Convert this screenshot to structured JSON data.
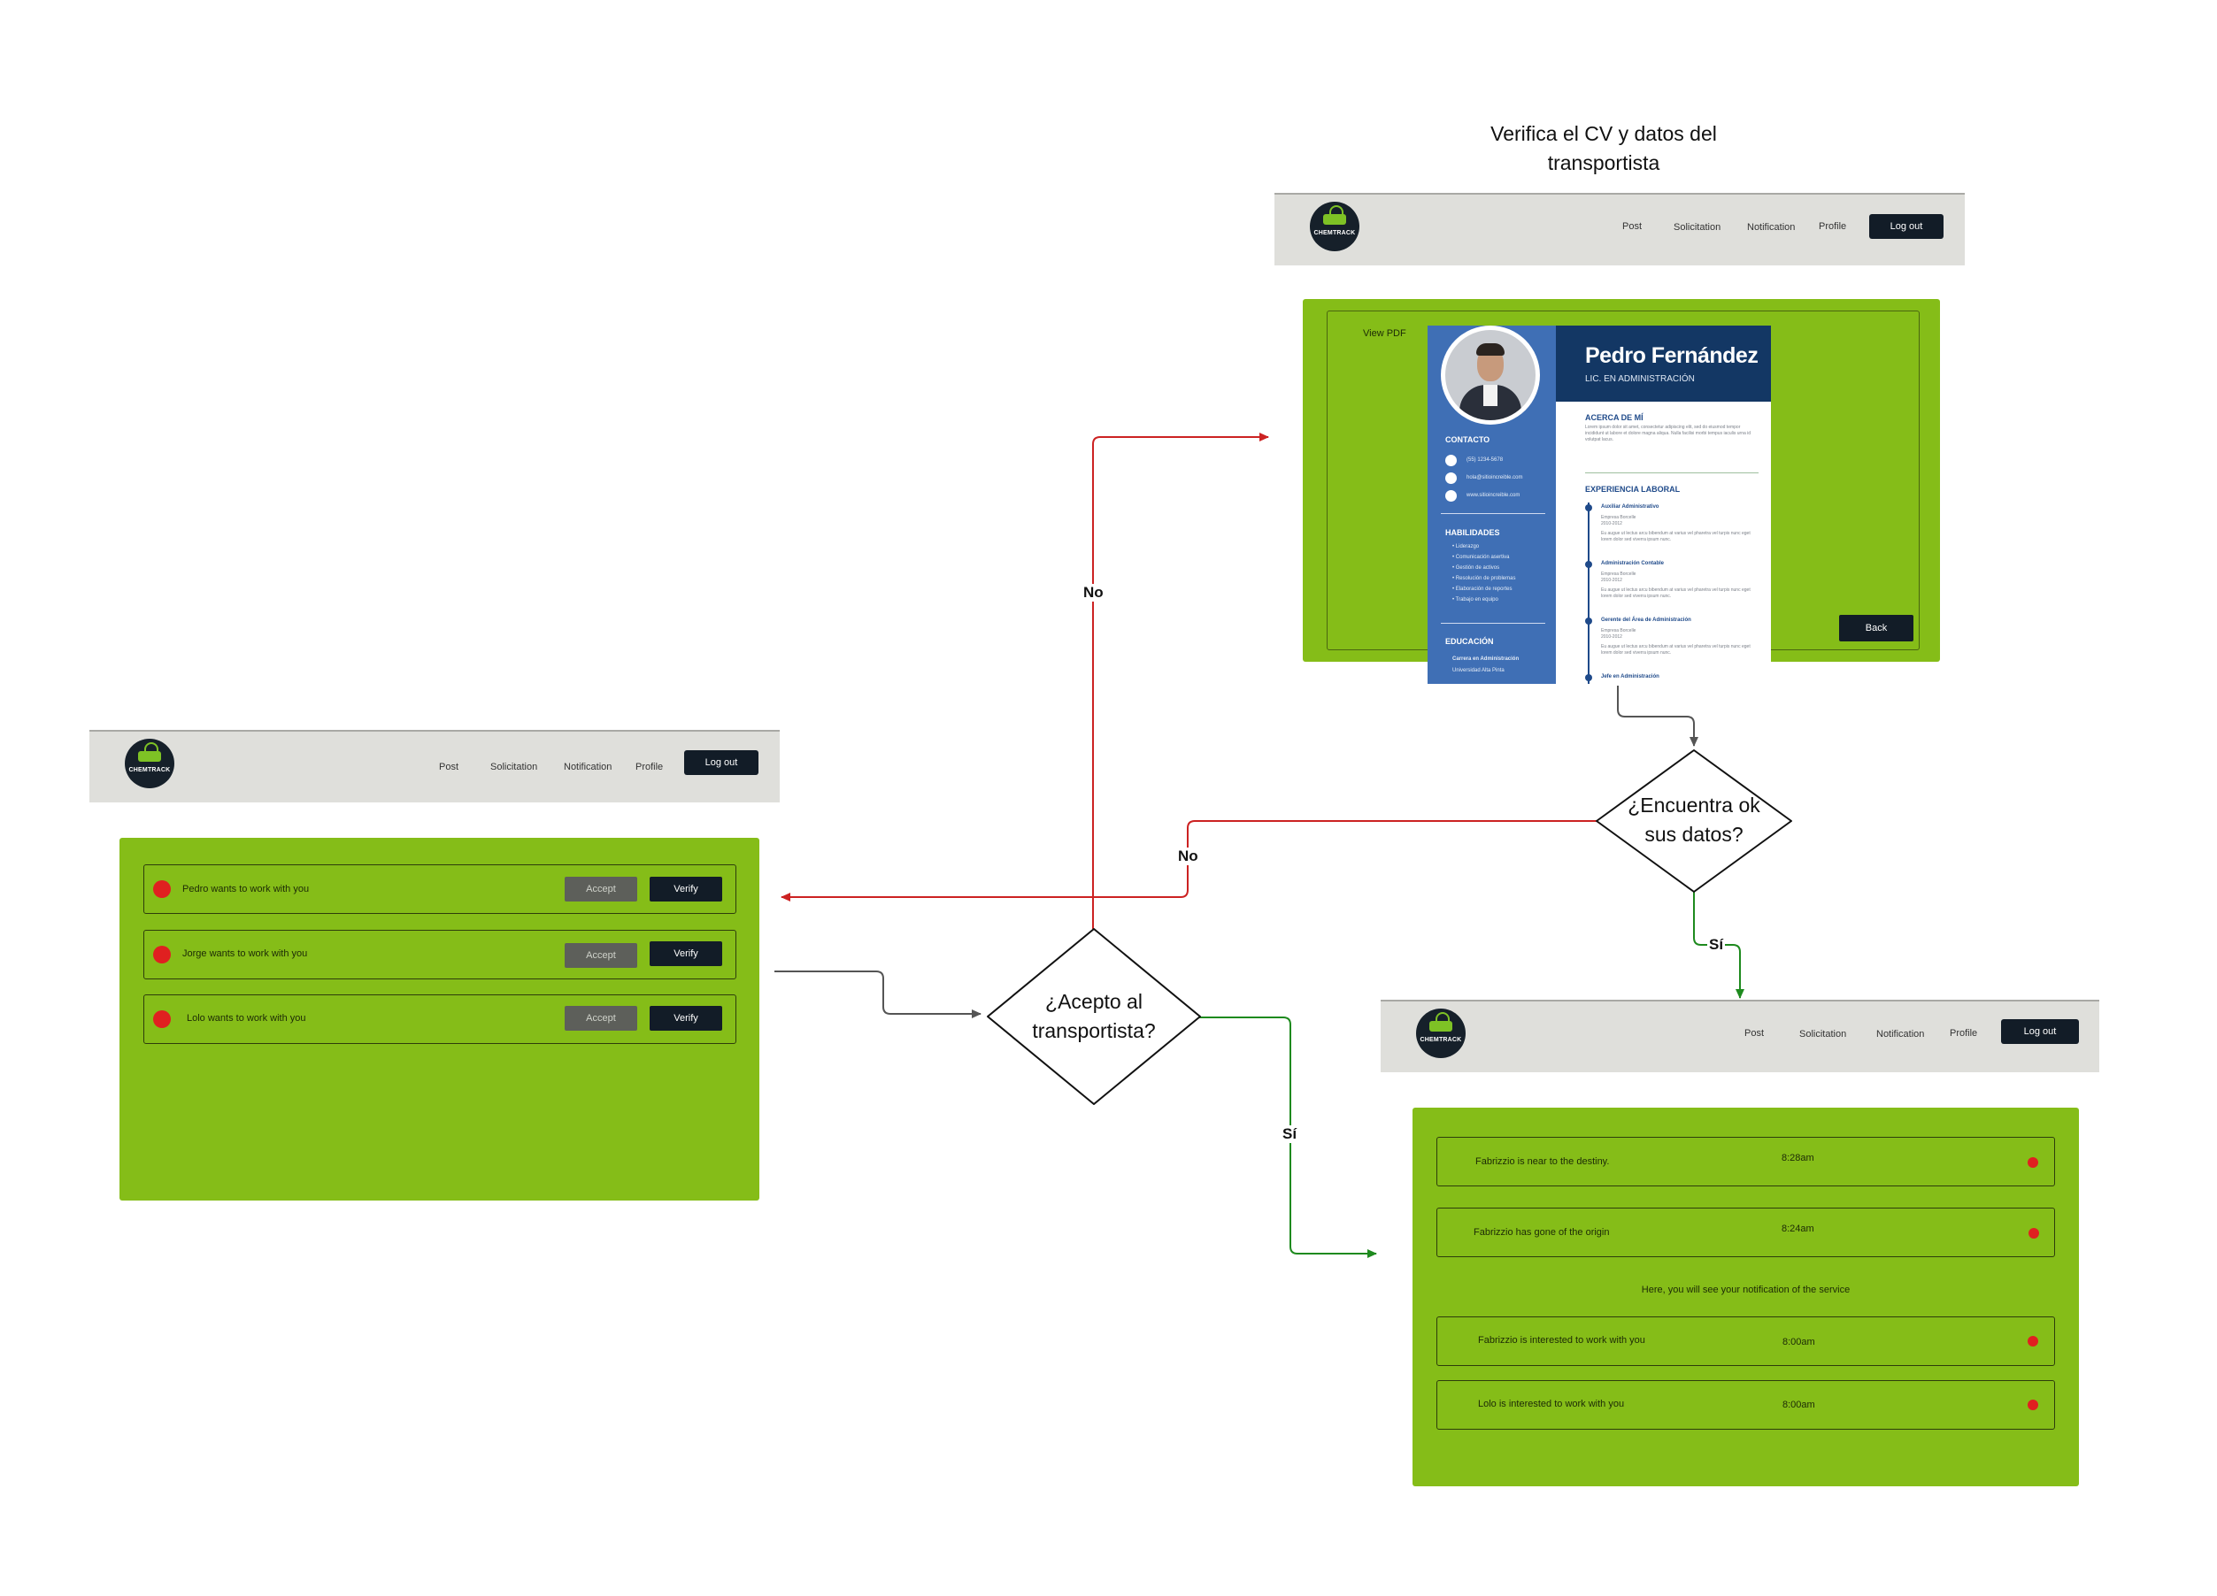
{
  "captions": {
    "verify_cv": "Verifica el CV y datos del transportista"
  },
  "nav": {
    "logo_text": "CHEMTRACK",
    "post": "Post",
    "solicitation": "Solicitation",
    "notification": "Notification",
    "profile": "Profile",
    "logout": "Log out"
  },
  "solicitations": {
    "rows": [
      {
        "text": "Pedro wants to work with you",
        "accept": "Accept",
        "verify": "Verify"
      },
      {
        "text": "Jorge wants to work with you",
        "accept": "Accept",
        "verify": "Verify"
      },
      {
        "text": "Lolo wants to work with you",
        "accept": "Accept",
        "verify": "Verify"
      }
    ]
  },
  "cv_screen": {
    "view_pdf": "View PDF",
    "back": "Back",
    "cv": {
      "name": "Pedro Fernández",
      "role": "LIC. EN ADMINISTRACIÓN",
      "contact_title": "CONTACTO",
      "phone": "(55) 1234-5678",
      "email": "hola@sitioincreible.com",
      "web": "www.sitioincreible.com",
      "skills_title": "HABILIDADES",
      "skills": [
        "Liderazgo",
        "Comunicación asertiva",
        "Gestión de activos",
        "Resolución de problemas",
        "Elaboración de reportes",
        "Trabajo en equipo"
      ],
      "education_title": "EDUCACIÓN",
      "education_degree": "Carrera en Administración",
      "education_school": "Universidad Alta Pinta",
      "about_title": "ACERCA DE MÍ",
      "about_text": "Lorem ipsum dolor sit amet, consectetur adipiscing elit, sed do eiusmod tempor incididunt ut labore et dolore magna aliqua. Nulla facilisi morbi tempus iaculis urna id volutpat lacus.",
      "experience_title": "EXPERIENCIA LABORAL",
      "jobs": [
        {
          "title": "Auxiliar Administrativo",
          "company": "Empresa Borcelle",
          "years": "2010-2012",
          "desc": "Eu augue ut lectus arcu bibendum at varius vel pharetra vel turpis nunc eget lorem dolor sed viverra ipsum nunc."
        },
        {
          "title": "Administración Contable",
          "company": "Empresa Borcelle",
          "years": "2010-2012",
          "desc": "Eu augue ut lectus arcu bibendum at varius vel pharetra vel turpis nunc eget lorem dolor sed viverra ipsum nunc."
        },
        {
          "title": "Gerente del Área de Administración",
          "company": "Empresa Borcelle",
          "years": "2010-2012",
          "desc": "Eu augue ut lectus arcu bibendum at varius vel pharetra vel turpis nunc eget lorem dolor sed viverra ipsum nunc."
        },
        {
          "title": "Jefe en Administración",
          "company": "",
          "years": "",
          "desc": ""
        }
      ]
    }
  },
  "notifications": {
    "rows": [
      {
        "text": "Fabrizzio is near to the destiny.",
        "time": "8:28am"
      },
      {
        "text": "Fabrizzio has gone of the origin",
        "time": "8:24am"
      },
      {
        "text": "Fabrizzio is interested to work with you",
        "time": "8:00am"
      },
      {
        "text": "Lolo is interested to work with you",
        "time": "8:00am"
      }
    ],
    "info": "Here, you will see your notification of the service"
  },
  "decisions": {
    "accept": "¿Acepto al transportista?",
    "data_ok": "¿Encuentra ok sus datos?"
  },
  "edge_labels": {
    "no_top": "No",
    "no_middle": "No",
    "si_bottom": "Sí",
    "si_right": "Sí"
  },
  "colors": {
    "panel_green": "#85bd18",
    "navbar_gray": "#dfdfdb",
    "dark_button": "#121c27",
    "status_red": "#e02020",
    "edge_no": "#cc2222",
    "edge_si": "#1e8a1e",
    "edge_default": "#555555"
  }
}
